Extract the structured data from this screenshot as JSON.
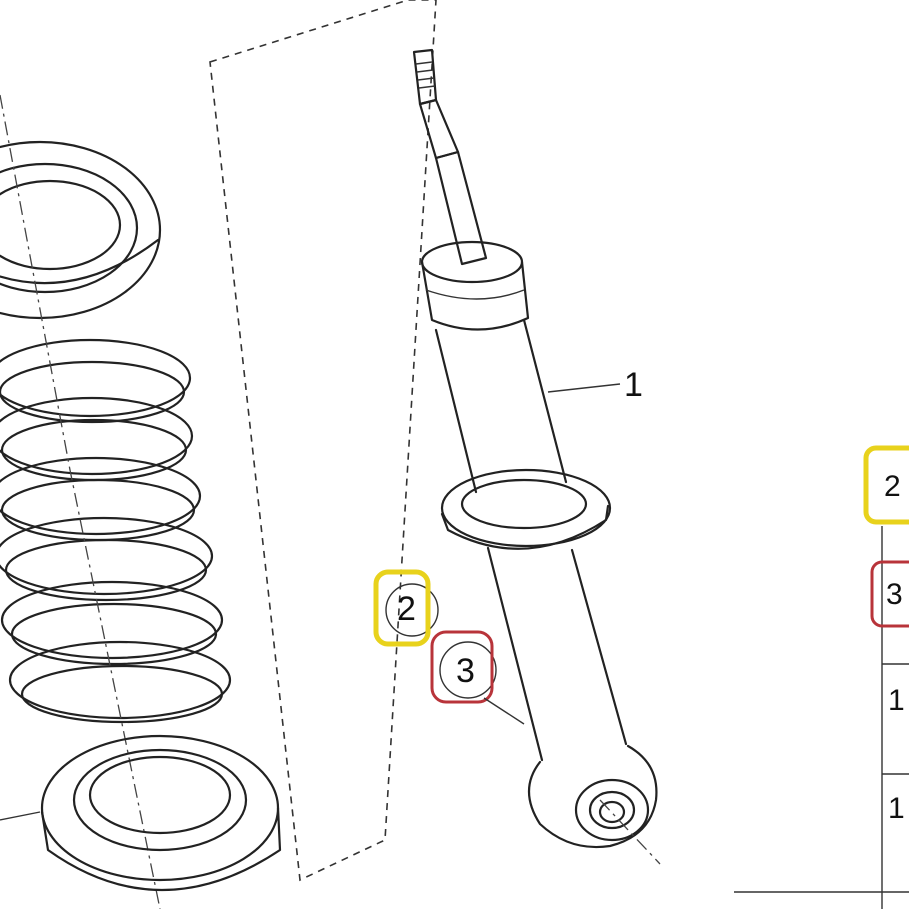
{
  "diagram": {
    "callouts": [
      {
        "id": "shock",
        "text": "1"
      },
      {
        "id": "ref-2",
        "text": "2",
        "highlight": "#e8d21c"
      },
      {
        "id": "ref-3",
        "text": "3",
        "highlight": "#b8343a"
      }
    ],
    "side_table": {
      "rows": [
        {
          "text": "2",
          "highlight": "#e8d21c"
        },
        {
          "text": "3",
          "highlight": "#b8343a"
        },
        {
          "text": "1",
          "highlight": ""
        },
        {
          "text": "1",
          "highlight": ""
        }
      ]
    }
  }
}
